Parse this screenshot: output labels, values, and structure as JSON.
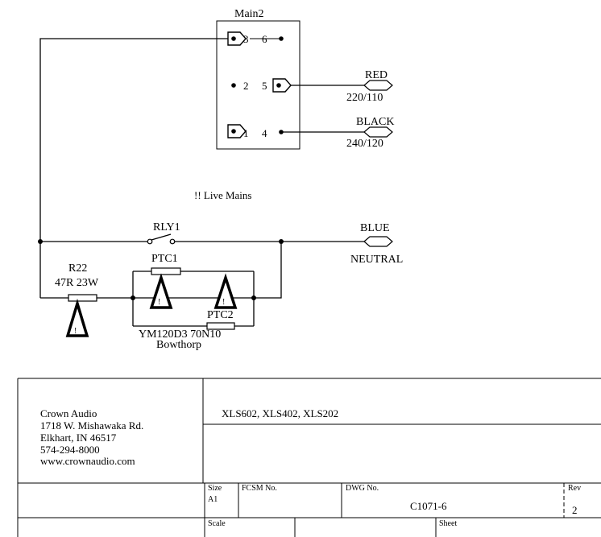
{
  "connector": {
    "name": "Main2",
    "pins": [
      "3",
      "6",
      "2",
      "5",
      "1",
      "4"
    ]
  },
  "wires": {
    "red": {
      "label": "RED",
      "voltage": "220/110"
    },
    "black": {
      "label": "BLACK",
      "voltage": "240/120"
    },
    "blue": {
      "label": "BLUE",
      "function": "NEUTRAL"
    }
  },
  "warning": "!! Live Mains",
  "relay": {
    "name": "RLY1"
  },
  "resistor": {
    "ref": "R22",
    "value": "47R 23W"
  },
  "ptc": {
    "ptc1": "PTC1",
    "ptc2": "PTC2",
    "part": "YM120D3 70N10",
    "maker": "Bowthorp"
  },
  "hazard_mark": "!",
  "title_block": {
    "company": [
      "Crown Audio",
      "1718 W. Mishawaka Rd.",
      "Elkhart, IN 46517",
      "574-294-8000",
      "www.crownaudio.com"
    ],
    "title": "XLS602, XLS402, XLS202",
    "size_label": "Size",
    "size_value": "A1",
    "fcsm_label": "FCSM No.",
    "dwg_label": "DWG No.",
    "dwg_value": "C1071-6",
    "rev_label": "Rev",
    "rev_value": "2",
    "scale_label": "Scale",
    "sheet_label": "Sheet"
  }
}
